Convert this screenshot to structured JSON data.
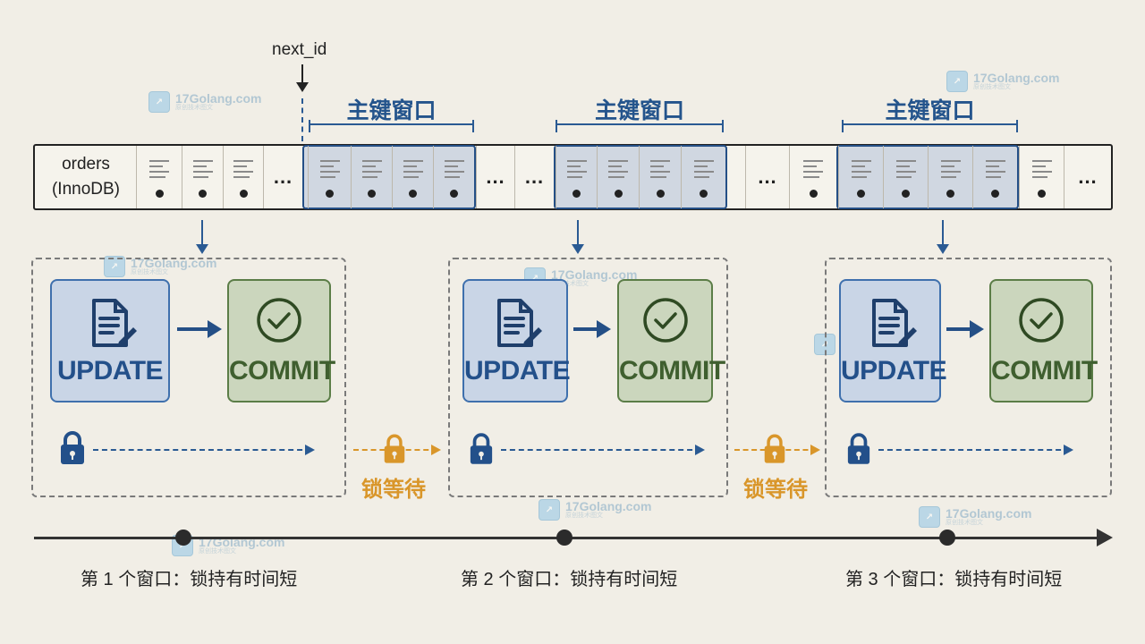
{
  "pointer_label": "next_id",
  "table": {
    "name": "orders",
    "engine": "(InnoDB)"
  },
  "window_label": "主键窗口",
  "windows": [
    {
      "update_label": "UPDATE",
      "commit_label": "COMMIT",
      "timeline_label": "第 1 个窗口：锁持有时间短"
    },
    {
      "update_label": "UPDATE",
      "commit_label": "COMMIT",
      "timeline_label": "第 2 个窗口：锁持有时间短"
    },
    {
      "update_label": "UPDATE",
      "commit_label": "COMMIT",
      "timeline_label": "第 3 个窗口：锁持有时间短"
    }
  ],
  "lock_wait_label": "锁等待",
  "ellipsis": "...",
  "watermark": {
    "text": "17Golang.com",
    "sub": "原创技术图文"
  },
  "colors": {
    "update": "#3f70ad",
    "commit": "#5b7d47",
    "lock_wait": "#d9962a",
    "window": "#244f86"
  }
}
